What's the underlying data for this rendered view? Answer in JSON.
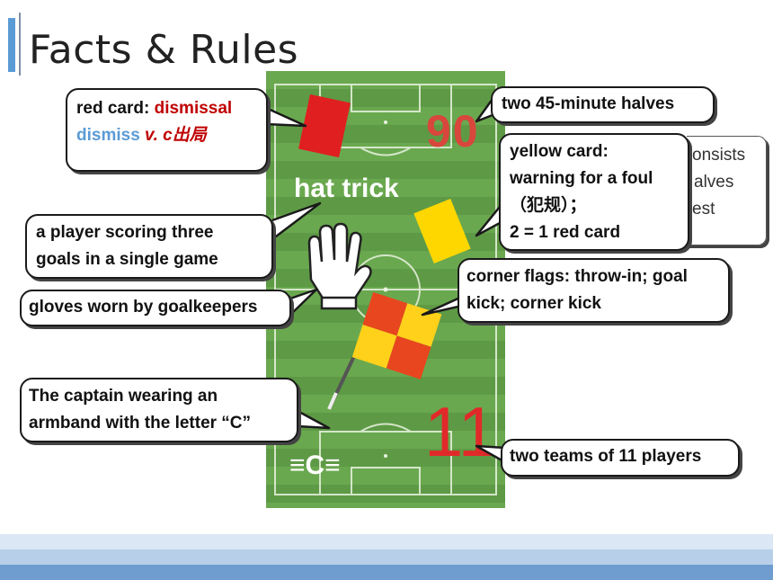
{
  "slide": {
    "title": "Facts & Rules",
    "colors": {
      "accent": "#5b9bd5",
      "pitch_green": "#6aa84f",
      "red_card": "#e02020",
      "yellow_card": "#ffd700"
    }
  },
  "pitch": {
    "hat_trick_text": "hat trick",
    "scoreboard_number": "90",
    "big_number": "11",
    "captain_mark": "≡C≡"
  },
  "bubbles": {
    "red_card": {
      "label": "red card:",
      "value": "dismissal",
      "line2_word": "dismiss",
      "line2_def": "v. c出局"
    },
    "halves": "two 45-minute halves",
    "yellow_card": {
      "line1": "yellow card:",
      "line2": "warning for a foul",
      "line3": "（犯规）；",
      "line4": "2 = 1 red card"
    },
    "hat_trick": {
      "line1": "a player scoring three",
      "line2": "goals in a single game"
    },
    "gloves": "gloves worn by goalkeepers",
    "corner_flags": {
      "line1": "corner flags: throw-in; goal",
      "line2": "kick; corner kick"
    },
    "captain": {
      "line1": "The captain wearing an",
      "line2": "armband with the letter “C”"
    },
    "teams": "two teams of 11 players"
  },
  "hidden_text": {
    "line1": "onsists",
    "line2": "alves",
    "line3": "est"
  }
}
